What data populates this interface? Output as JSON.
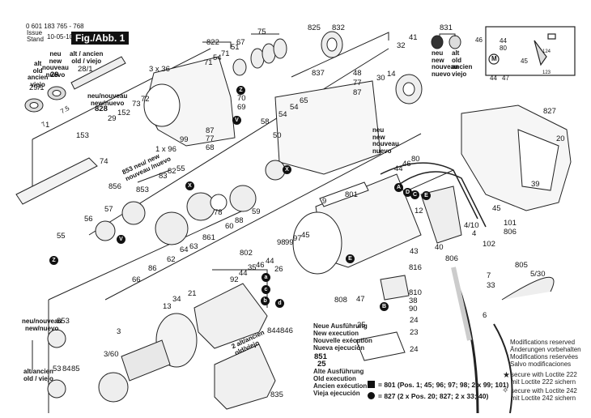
{
  "header": {
    "part_number": "0 601 183 765 - 768",
    "issue_label": "Issue",
    "stand_label": "Stand",
    "issue_date": "10-05-10",
    "figure_label": "Fig./Abb. 1"
  },
  "version_labels": {
    "old_29_1": [
      "alt",
      "old",
      "ancien",
      "viejo"
    ],
    "new_29": [
      "neu",
      "new",
      "nouveau",
      "nuevo"
    ],
    "old_28_1": [
      "alt / ancien",
      "old / viejo"
    ],
    "new_828": [
      "neu/nouveau",
      "new/nuevo"
    ],
    "new_853_gear": [
      "853 neu/ new",
      "nouveau /nuevo"
    ],
    "new_bottom": [
      "neu/nouveau",
      "new/nuevo"
    ],
    "old_bottom": [
      "alt/ancien",
      "old / viejo"
    ],
    "new_831": [
      "neu",
      "new",
      "nouveau",
      "nuevo"
    ],
    "old_831": [
      "alt",
      "old",
      "ancien",
      "viejo"
    ],
    "new_bearing": [
      "neu",
      "new",
      "nouveau",
      "nuevo"
    ],
    "old_stator": [
      "2 alt/ancien",
      "old/viejo"
    ]
  },
  "dimensions": {
    "d7": "7",
    "d75": "7.5"
  },
  "parts": {
    "p29_1": "29/1",
    "p29": "29",
    "p28_1": "28/1",
    "p828": "828",
    "p1": "1",
    "p153": "153",
    "p29b": "29",
    "p152": "152",
    "p73": "73",
    "p72": "72",
    "p74": "74",
    "p3x36": "3 x 36",
    "p822": "822",
    "p71a": "71",
    "p54a": "54",
    "p71b": "71",
    "p51": "51",
    "p67": "67",
    "p75": "75",
    "p70": "70",
    "p69": "69",
    "p87a": "87",
    "p77a": "77",
    "p68": "68",
    "p99a": "99",
    "p1x96": "1 x 96",
    "p825": "825",
    "p832": "832",
    "p837": "837",
    "p48": "48",
    "p77b": "77",
    "p87b": "87",
    "p65": "65",
    "p54b": "54",
    "p54c": "54",
    "p58": "58",
    "p50": "50",
    "p30": "30",
    "p14": "14",
    "p32": "32",
    "p41": "41",
    "p831": "831",
    "p856": "856",
    "p853": "853",
    "p83": "83",
    "p82": "82",
    "p55a": "55",
    "p57": "57",
    "p56": "56",
    "p55b": "55",
    "p66": "66",
    "p86": "86",
    "p62": "62",
    "p64": "64",
    "p63": "63",
    "p861": "861",
    "p78": "78",
    "p60": "60",
    "p88": "88",
    "p59": "59",
    "p9": "9",
    "p801": "801",
    "p45a": "45",
    "p97": "97",
    "p99b": "99",
    "p98": "98",
    "p802": "802",
    "p44a": "44",
    "p35": "35",
    "p46a": "46",
    "p92": "92",
    "p44b": "44",
    "p26": "26",
    "p21": "21",
    "p34": "34",
    "p13": "13",
    "p3": "3",
    "p3_60": "3/60",
    "p844": "844",
    "p846": "846",
    "p835": "835",
    "p808": "808",
    "p43": "43",
    "p853b": "853",
    "p53": "53",
    "p84": "84",
    "p85": "85",
    "p80": "80",
    "p46b": "46",
    "p44c": "44",
    "p12": "12",
    "p4_10": "4/10",
    "p4": "4",
    "p40": "40",
    "p806a": "806",
    "p102": "102",
    "p45b": "45",
    "p101": "101",
    "p806b": "806",
    "p827": "827",
    "p20": "20",
    "p39": "39",
    "p816": "816",
    "p810": "810",
    "p38": "38",
    "p90": "90",
    "p47": "47",
    "p25a": "25",
    "p24a": "24",
    "p23": "23",
    "p24b": "24",
    "p851": "851",
    "p25b": "25",
    "p7": "7",
    "p33": "33",
    "p6": "6",
    "p805": "805",
    "p5_30": "5/30"
  },
  "wiring": {
    "w46": "46",
    "w44a": "44",
    "w80": "80",
    "w45": "45",
    "w44b": "44",
    "w47": "47",
    "motor": "M",
    "switch_top": "124",
    "switch_bottom": "123"
  },
  "connection_markers": [
    "A",
    "B",
    "C",
    "D",
    "E",
    "V",
    "X",
    "Z",
    "a",
    "b",
    "c",
    "d"
  ],
  "execution_notes": {
    "new": [
      "Neue Ausführung",
      "New execution",
      "Nouvelle exécution",
      "Nueva ejecución"
    ],
    "old": [
      "Alte Ausführung",
      "Old execution",
      "Ancien exécution",
      "Vieja ejecución"
    ]
  },
  "kit_legend": {
    "square": "= 801 (Pos. 1; 45; 96; 97; 98; 2 x 99; 101)",
    "circle": "= 827 (2 x Pos. 20; 827; 2 x 33; 40)"
  },
  "modifications": [
    "Modifications reserved",
    "Änderungen vorbehalten",
    "Modifications reśervées",
    "Salvo modificaciones"
  ],
  "loctite": {
    "l222": [
      "secure with Loctite 222",
      "mit Loctite 222 sichern"
    ],
    "l242": [
      "secure with Loctite 242",
      "mit Loctite 242 sichern"
    ]
  }
}
